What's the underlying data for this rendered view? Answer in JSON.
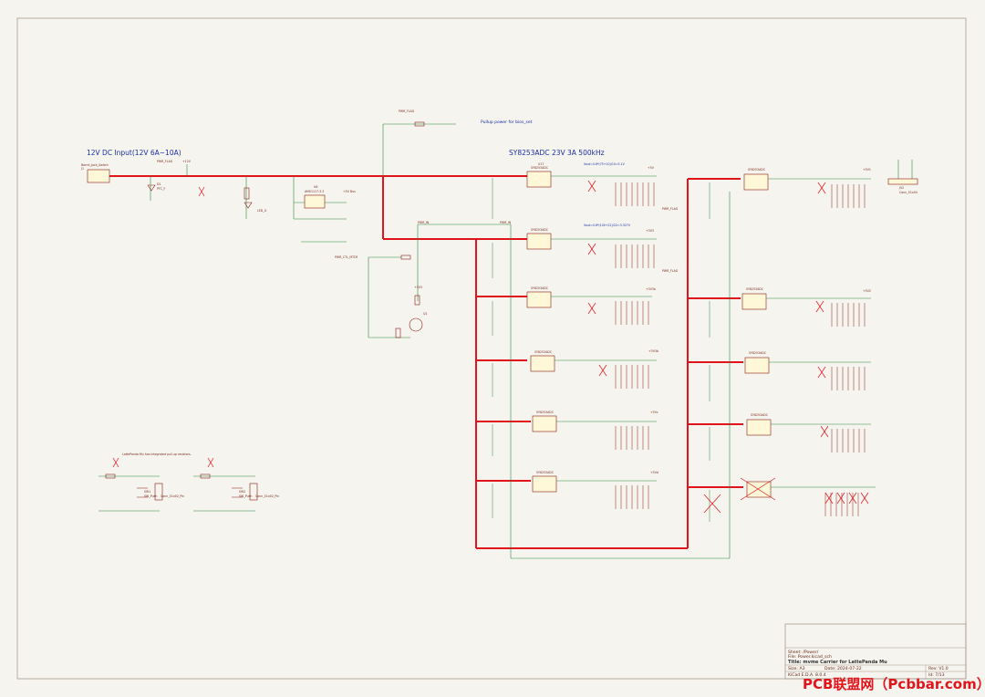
{
  "notes": {
    "input_title": "12V DC Input(12V 6A~10A)",
    "reg_title": "SY8253ADC 23V 3A 500kHz",
    "pullup_title": "Pullup power for bios_set",
    "vout1": "Vout=0.6*(75+10)/10=5.1V",
    "vout2": "Vout=0.6*(100+22)/22=3.327V",
    "pullup_note": "LattePanda Mu has integrated pull-up resistors."
  },
  "nets": {
    "pwr_flag": "PWR_FLAG",
    "p12v": "+12V",
    "p5v": "+5V",
    "p3v3": "+3V3",
    "p5v_bus": "+5V Bus",
    "pwr_in": "PWR_IN",
    "pwr_ctl": "PWR_CTL_MTCR",
    "p3v3a": "+3V3a",
    "p3v3b": "+3V3b",
    "p5vc": "+5Vc",
    "p5vd": "+5Vd",
    "p5v1": "+5V1",
    "p5v2": "+5V2"
  },
  "components": {
    "j1": "J1",
    "barrel": "Barrel_Jack_Switch",
    "d1": "D1",
    "fuse": "PTC_F",
    "u6": "U6",
    "ams": "AMS1117-3.3",
    "u17": "U17",
    "sy": "SY8253ADC",
    "led": "LED_G",
    "q1": "Q1",
    "j52": "J52",
    "conn": "Conn_01x04",
    "sw1": "SW1",
    "sw2": "SW2",
    "sw_push": "SW_Push",
    "jp": "Conn_01x02_Pin"
  },
  "title_block": {
    "sheet": "Sheet: /Power/",
    "file": "File: Power.kicad_sch",
    "title": "Title: mvme Carrier for LattePanda Mu",
    "size": "Size: A3",
    "date": "Date: 2024-07-22",
    "rev": "Rev: V1.0",
    "kicad": "KiCad E.D.A. 8.0.4",
    "id": "Id: 7/13"
  },
  "watermark": "PCB联盟网（Pcbbar.com）",
  "colors": {
    "background": "#f5f4ef",
    "wire": "#2e8a3a",
    "power_wire": "#e0141a",
    "component": "#8a1a12",
    "text": "#7a2a1a",
    "note": "#1c2fa8"
  }
}
